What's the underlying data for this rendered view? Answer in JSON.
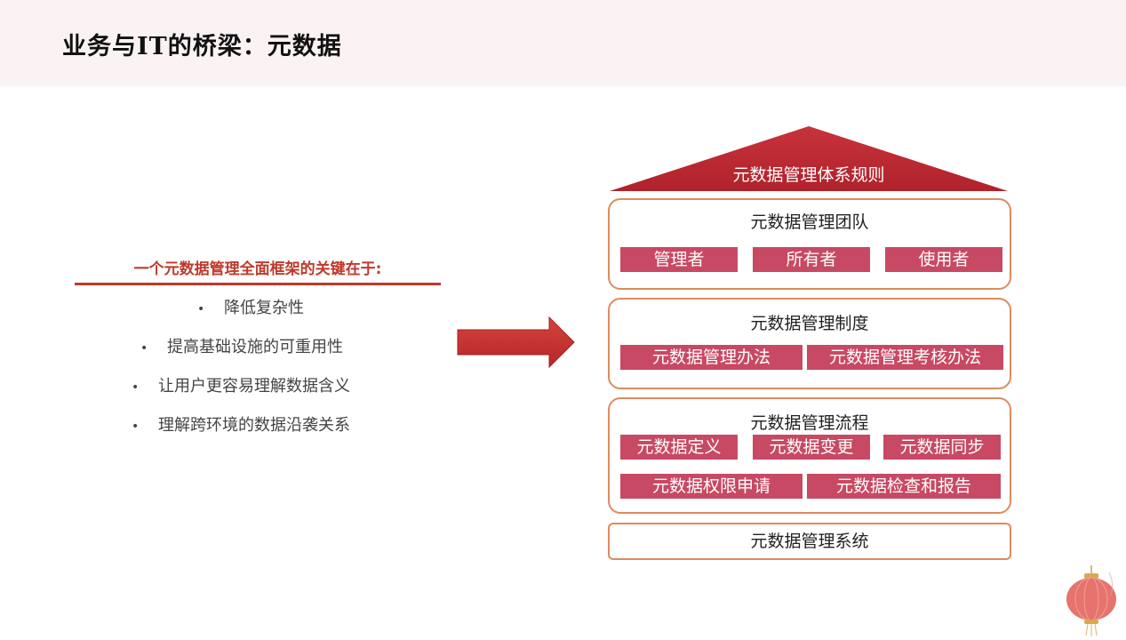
{
  "header": {
    "title": "业务与IT的桥梁：元数据"
  },
  "left": {
    "heading": "一个元数据管理全面框架的关键在于:",
    "bullet_char": "•",
    "bullets": [
      "降低复杂性",
      "提高基础设施的可重用性",
      "让用户更容易理解数据含义",
      "理解跨环境的数据沿袭关系"
    ]
  },
  "framework": {
    "roof": "元数据管理体系规则",
    "team": {
      "title": "元数据管理团队",
      "items": [
        "管理者",
        "所有者",
        "使用者"
      ]
    },
    "policy": {
      "title": "元数据管理制度",
      "items": [
        "元数据管理办法",
        "元数据管理考核办法"
      ]
    },
    "process": {
      "title": "元数据管理流程",
      "row1": [
        "元数据定义",
        "元数据变更",
        "元数据同步"
      ],
      "row2": [
        "元数据权限申请",
        "元数据检查和报告"
      ]
    },
    "system": "元数据管理系统"
  },
  "colors": {
    "accent": "#c0392b",
    "tag": "#c84963",
    "border": "#dd8c5e",
    "header_bg": "#fbf3f3"
  }
}
